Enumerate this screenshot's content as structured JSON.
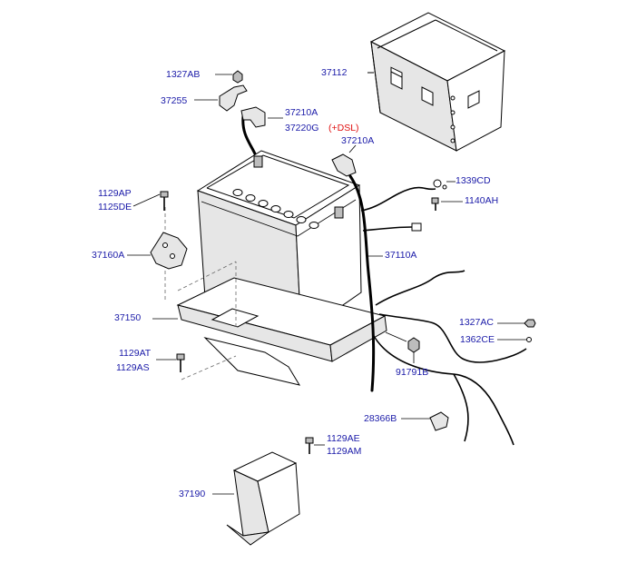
{
  "diagram": {
    "labels": {
      "p37112": "37112",
      "p1327AB": "1327AB",
      "p37255": "37255",
      "p37210A_top": "37210A",
      "p37220G": "37220G",
      "dsl": "(+DSL)",
      "p37210A_mid": "37210A",
      "p1339CD": "1339CD",
      "p1140AH": "1140AH",
      "p1129AP": "1129AP",
      "p1125DE": "1125DE",
      "p37160A": "37160A",
      "p37110A": "37110A",
      "p37150": "37150",
      "p1327AC": "1327AC",
      "p1362CE": "1362CE",
      "p1129AT": "1129AT",
      "p1129AS": "1129AS",
      "p91791B": "91791B",
      "p28366B": "28366B",
      "p1129AE": "1129AE",
      "p1129AM": "1129AM",
      "p37190": "37190"
    },
    "colors": {
      "label": "#1a1aa8",
      "highlight": "#e01010",
      "line": "#000000"
    }
  }
}
